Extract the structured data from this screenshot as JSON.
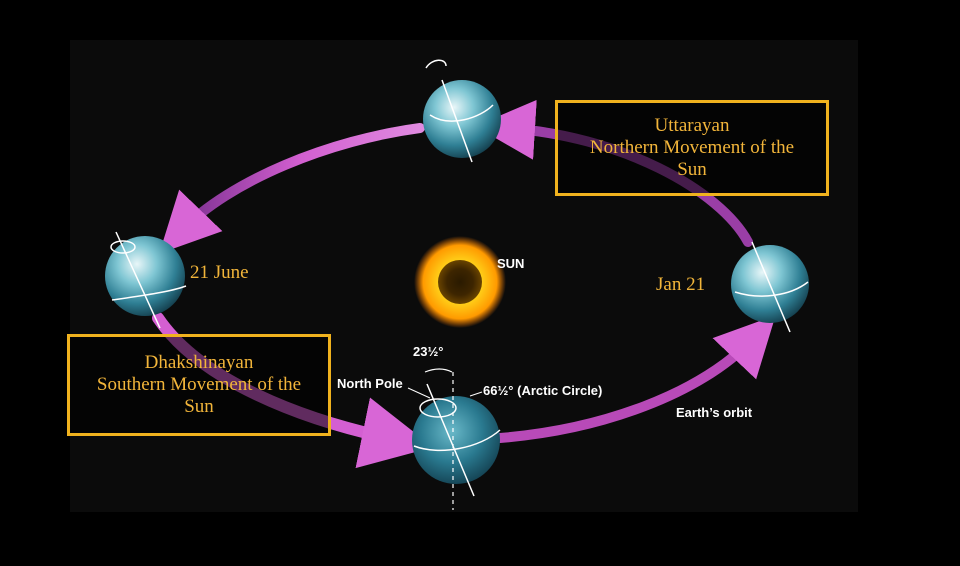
{
  "uttarayan": {
    "lines": [
      "Uttarayan",
      "Northern Movement of the",
      "Sun"
    ]
  },
  "dhakshinayan": {
    "lines": [
      "Dhakshinayan",
      "Southern Movement of the",
      "Sun"
    ]
  },
  "labels": {
    "june": "21 June",
    "jan": "Jan 21",
    "sun": "SUN",
    "orbit": "Earth’s orbit",
    "north_pole": "North Pole",
    "tilt": "23½°",
    "arctic": "66½° (Arctic Circle)"
  },
  "colors": {
    "title_gold": "#f2b53a",
    "box_border": "#f0b21e",
    "orbit_arrow": "#c44fc4",
    "sun_core": "#ffd21a"
  }
}
